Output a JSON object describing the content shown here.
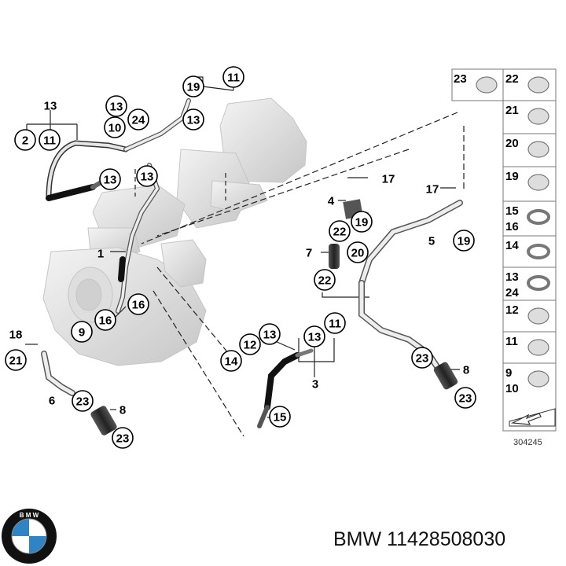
{
  "diagram": {
    "callouts": [
      "11",
      "13",
      "2",
      "11",
      "13",
      "10",
      "24",
      "19",
      "13",
      "13",
      "13",
      "17",
      "4",
      "19",
      "22",
      "7",
      "20",
      "22",
      "17",
      "5",
      "19",
      "1",
      "16",
      "16",
      "9",
      "18",
      "21",
      "6",
      "23",
      "8",
      "23",
      "14",
      "12",
      "13",
      "13",
      "11",
      "3",
      "15",
      "23",
      "8",
      "23"
    ],
    "legend": {
      "items": [
        {
          "label": "23"
        },
        {
          "label": "22"
        },
        {
          "label": "21"
        },
        {
          "label": "20"
        },
        {
          "label": "19"
        },
        {
          "label": "15\n16"
        },
        {
          "label": "14"
        },
        {
          "label": "13\n24"
        },
        {
          "label": "12"
        },
        {
          "label": "11"
        },
        {
          "label": "9\n10"
        }
      ],
      "ref_number": "304245"
    }
  },
  "caption": {
    "brand_logo": "BMW",
    "text": "BMW 11428508030"
  }
}
